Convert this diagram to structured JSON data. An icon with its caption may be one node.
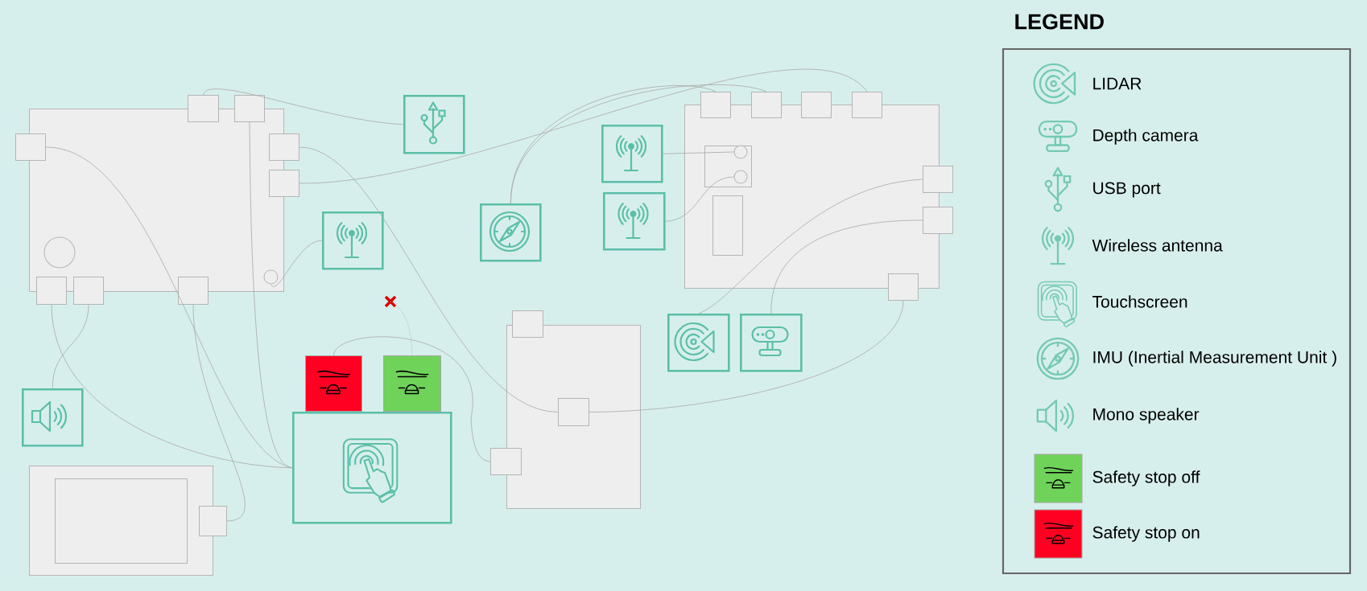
{
  "diagram": {
    "nodes": [
      {
        "text": [],
        "shape": "box"
      },
      {
        "text": [],
        "shape": "box"
      },
      {
        "text": [],
        "shape": "box"
      },
      {
        "text": [],
        "shape": "box"
      },
      {
        "text": [],
        "shape": "box"
      },
      {
        "text": [],
        "shape": "box"
      },
      {
        "text": [],
        "shape": "box"
      },
      {
        "text": [],
        "shape": "box"
      },
      {
        "text": [],
        "shape": "box"
      },
      {
        "text": [],
        "shape": "circle",
        "in": 0
      },
      {
        "text": [],
        "shape": "circle",
        "in": 0
      },
      {
        "text": [],
        "shape": "picture"
      },
      {
        "text": [],
        "shape": "picture"
      },
      {
        "text": [],
        "shape": "picture"
      },
      {
        "text": [],
        "shape": "picture"
      },
      {
        "text": [],
        "shape": "picture"
      },
      {
        "text": [],
        "shape": "box"
      },
      {
        "text": [],
        "shape": "box"
      },
      {
        "text": [],
        "shape": "box"
      },
      {
        "text": [],
        "shape": "box"
      },
      {
        "text": [],
        "shape": "box"
      },
      {
        "text": [],
        "shape": "box",
        "in": 16
      },
      {
        "text": [],
        "shape": "circle",
        "in": 21
      },
      {
        "text": [],
        "shape": "circle",
        "in": 21
      },
      {
        "text": [],
        "shape": "box",
        "in": 16
      },
      {
        "text": [],
        "shape": "box"
      },
      {
        "text": [],
        "shape": "box"
      },
      {
        "text": [],
        "shape": "box"
      },
      {
        "text": [],
        "shape": "cross"
      },
      {
        "text": [],
        "shape": "picture"
      },
      {
        "text": [],
        "shape": "picture"
      },
      {
        "text": [],
        "shape": "picture"
      },
      {
        "text": [],
        "shape": "picture"
      },
      {
        "text": [],
        "shape": "box"
      },
      {
        "text": [],
        "shape": "box"
      },
      {
        "text": [],
        "shape": "box",
        "in": 33
      },
      {
        "text": [],
        "shape": "box"
      },
      {
        "text": [],
        "shape": "picture"
      },
      {
        "text": [],
        "shape": "picture"
      },
      {
        "text": [],
        "shape": "box"
      },
      {
        "text": [],
        "shape": "box",
        "in": 39
      },
      {
        "text": [],
        "shape": "box"
      }
    ],
    "edges": [
      {
        "from": 1,
        "to": 11,
        "arrow": "none"
      },
      {
        "from": 2,
        "to": 31,
        "arrow": "none"
      },
      {
        "from": 3,
        "to": 31,
        "arrow": "none"
      },
      {
        "from": 6,
        "to": 31,
        "arrow": "none"
      },
      {
        "from": 7,
        "to": 32,
        "arrow": "none"
      },
      {
        "from": 8,
        "to": 41,
        "arrow": "none"
      },
      {
        "from": 10,
        "to": 12,
        "arrow": "none"
      },
      {
        "from": 4,
        "to": 35,
        "arrow": "none"
      },
      {
        "from": 5,
        "to": 20,
        "arrow": "none"
      },
      {
        "from": 13,
        "to": 17,
        "arrow": "none"
      },
      {
        "from": 13,
        "to": 18,
        "arrow": "none"
      },
      {
        "from": 14,
        "to": 22,
        "arrow": "none"
      },
      {
        "from": 15,
        "to": 23,
        "arrow": "none"
      },
      {
        "from": 37,
        "to": 25,
        "arrow": "none"
      },
      {
        "from": 38,
        "to": 26,
        "arrow": "none"
      },
      {
        "from": 27,
        "to": 35,
        "arrow": "none"
      },
      {
        "from": 29,
        "to": 36,
        "arrow": "none"
      },
      {
        "from": 28,
        "to": 30,
        "arrow": "none",
        "style": "dashed"
      }
    ],
    "labels": [
      "LEGEND"
    ],
    "legend": [
      {
        "text": "LIDAR"
      },
      {
        "text": "Depth camera"
      },
      {
        "text": "USB port"
      },
      {
        "text": "Wireless antenna"
      },
      {
        "text": "Touchscreen"
      },
      {
        "text": "IMU (Inertial Measurement Unit )"
      },
      {
        "text": "Mono speaker"
      },
      {
        "text": "Safety stop off"
      },
      {
        "text": "Safety stop on"
      }
    ]
  }
}
